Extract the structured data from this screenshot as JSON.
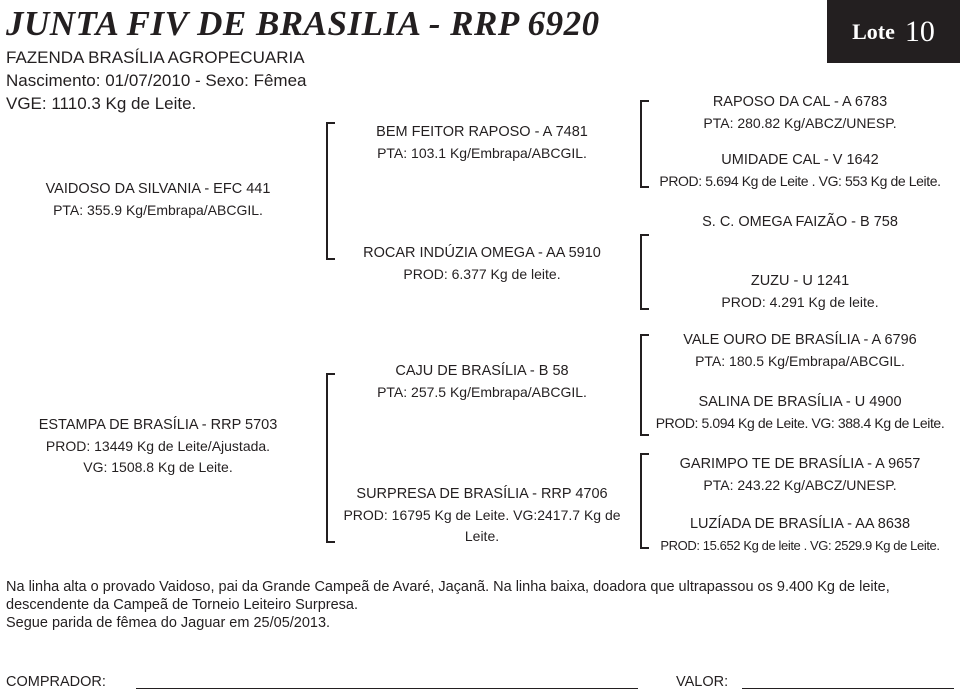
{
  "header": {
    "title": "JUNTA FIV DE BRASILIA - RRP 6920",
    "farm": "FAZENDA BRASÍLIA AGROPECUARIA",
    "birth": "Nascimento: 01/07/2010 - Sexo: Fêmea",
    "vge": "VGE: 1110.3 Kg de Leite.",
    "lote_word": "Lote",
    "lote_number": "10"
  },
  "pedigree": {
    "sire": {
      "name": "VAIDOSO DA SILVANIA - EFC 441",
      "info": "PTA: 355.9 Kg/Embrapa/ABCGIL."
    },
    "sire_sire": {
      "name": "BEM FEITOR RAPOSO - A 7481",
      "info": "PTA: 103.1 Kg/Embrapa/ABCGIL."
    },
    "sire_dam": {
      "name": "ROCAR INDÚZIA OMEGA - AA 5910",
      "info": "PROD: 6.377 Kg de leite."
    },
    "ss_sire": {
      "name": "RAPOSO DA CAL - A 6783",
      "info": "PTA: 280.82 Kg/ABCZ/UNESP."
    },
    "ss_dam": {
      "name": "UMIDADE CAL - V 1642",
      "info": "PROD: 5.694 Kg de Leite . VG: 553 Kg de Leite."
    },
    "sd_sire": {
      "name": "S. C. OMEGA FAIZÃO - B 758",
      "info": ""
    },
    "sd_dam": {
      "name": "ZUZU - U 1241",
      "info": "PROD: 4.291 Kg de leite."
    },
    "dam": {
      "name": "ESTAMPA DE BRASÍLIA - RRP 5703",
      "info": "PROD: 13449 Kg de Leite/Ajustada.",
      "info2": "VG: 1508.8 Kg de Leite."
    },
    "dam_sire": {
      "name": "CAJU DE BRASÍLIA - B 58",
      "info": "PTA: 257.5 Kg/Embrapa/ABCGIL."
    },
    "dam_dam": {
      "name": "SURPRESA DE BRASÍLIA - RRP 4706",
      "info": "PROD: 16795 Kg de Leite. VG:2417.7 Kg de Leite."
    },
    "ds_sire": {
      "name": "VALE OURO DE BRASÍLIA - A 6796",
      "info": "PTA: 180.5 Kg/Embrapa/ABCGIL."
    },
    "ds_dam": {
      "name": "SALINA DE BRASÍLIA - U 4900",
      "info": "PROD: 5.094 Kg de Leite. VG: 388.4 Kg de Leite."
    },
    "dd_sire": {
      "name": "GARIMPO TE DE BRASÍLIA - A 9657",
      "info": "PTA: 243.22 Kg/ABCZ/UNESP."
    },
    "dd_dam": {
      "name": "LUZÍADA DE BRASÍLIA - AA 8638",
      "info": "PROD: 15.652 Kg de leite . VG: 2529.9 Kg de Leite."
    }
  },
  "notes": {
    "line1": "Na linha alta o provado Vaidoso, pai da Grande Campeã de Avaré, Jaçanã. Na linha baixa, doadora que ultrapassou os 9.400 Kg de leite, descendente da Campeã de Torneio Leiteiro Surpresa.",
    "line2": "Segue parida de fêmea do Jaguar em 25/05/2013."
  },
  "footer": {
    "buyer_label": "COMPRADOR:",
    "value_label": "VALOR:"
  }
}
